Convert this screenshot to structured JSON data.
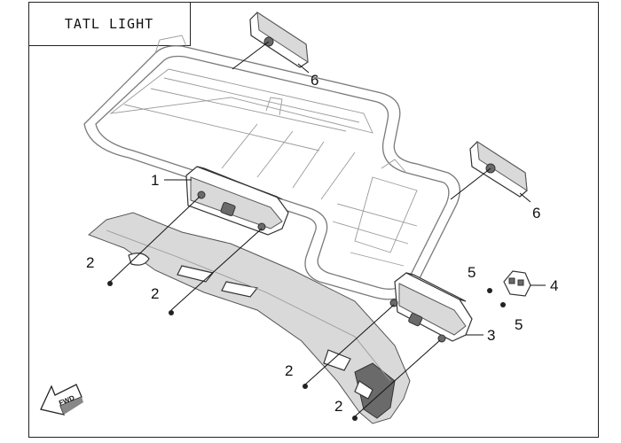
{
  "title": "TATL LIGHT",
  "callouts": {
    "c1": "1",
    "c2a": "2",
    "c2b": "2",
    "c2c": "2",
    "c2d": "2",
    "c3": "3",
    "c4": "4",
    "c5a": "5",
    "c5b": "5",
    "c6a": "6",
    "c6b": "6"
  },
  "fwd_label": "FWD"
}
